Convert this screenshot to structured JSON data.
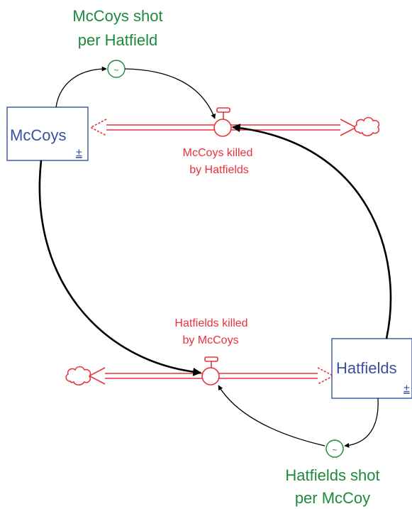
{
  "stocks": {
    "mccoys": {
      "label": "McCoys",
      "marker": "±"
    },
    "hatfields": {
      "label": "Hatfields",
      "marker": "±"
    }
  },
  "flows": {
    "mccoys_killed": {
      "line1": "McCoys killed",
      "line2": "by Hatfields"
    },
    "hatfields_killed": {
      "line1": "Hatfields killed",
      "line2": "by McCoys"
    }
  },
  "converters": {
    "mccoys_shot": {
      "line1": "McCoys shot",
      "line2": "per Hatfield",
      "symbol": "~"
    },
    "hatfields_shot": {
      "line1": "Hatfields shot",
      "line2": "per McCoy",
      "symbol": "~"
    }
  },
  "colors": {
    "stock": "#3b4fa0",
    "flow": "#e8323c",
    "converter": "#1e8a3c",
    "connector": "#000000"
  }
}
